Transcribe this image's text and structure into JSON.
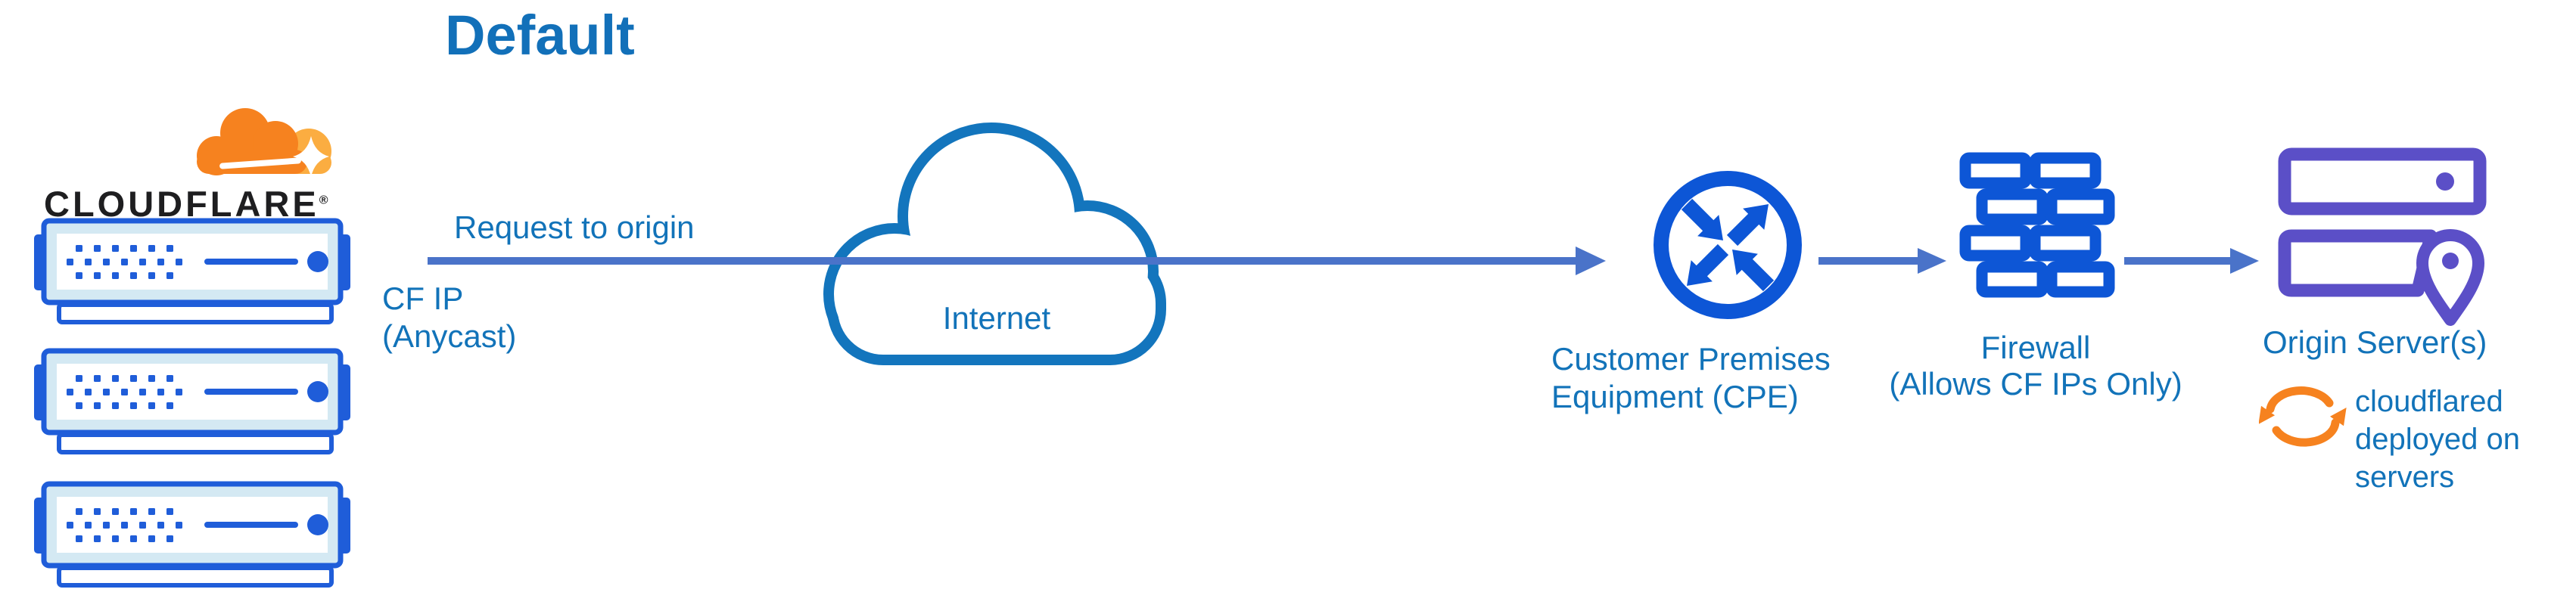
{
  "title": "Default",
  "logo": {
    "wordmark": "CLOUDFLARE",
    "registered": "®"
  },
  "labels": {
    "request": "Request to origin",
    "cf_ip_line1": "CF IP",
    "cf_ip_line2": "(Anycast)",
    "internet": "Internet",
    "cpe_line1": "Customer Premises",
    "cpe_line2": "Equipment (CPE)",
    "firewall_line1": "Firewall",
    "firewall_line2": "(Allows CF IPs Only)",
    "origin": "Origin Server(s)",
    "cloudflared_note": "cloudflared deployed on servers"
  },
  "icons": {
    "cloudflare_logo": "cloudflare-cloud-logo",
    "edge_servers": "edge-server-stack-x3",
    "internet": "internet-cloud",
    "cpe": "router-circle-arrows",
    "firewall": "brick-wall",
    "origin": "server-stack-with-location-pin",
    "cloudflared": "sync-arrows"
  },
  "colors": {
    "label_text": "#1273b9",
    "title_text": "#1270b9",
    "arrow": "#4a73c9",
    "icon_blue": "#0d56d6",
    "server_blue": "#1f5dd9",
    "server_light_fill": "#d4e9f3",
    "origin_purple": "#5b4fc7",
    "orange": "#f6821f",
    "orange_light": "#fbad41",
    "wordmark_text": "#1e1e20",
    "background": "#ffffff"
  }
}
